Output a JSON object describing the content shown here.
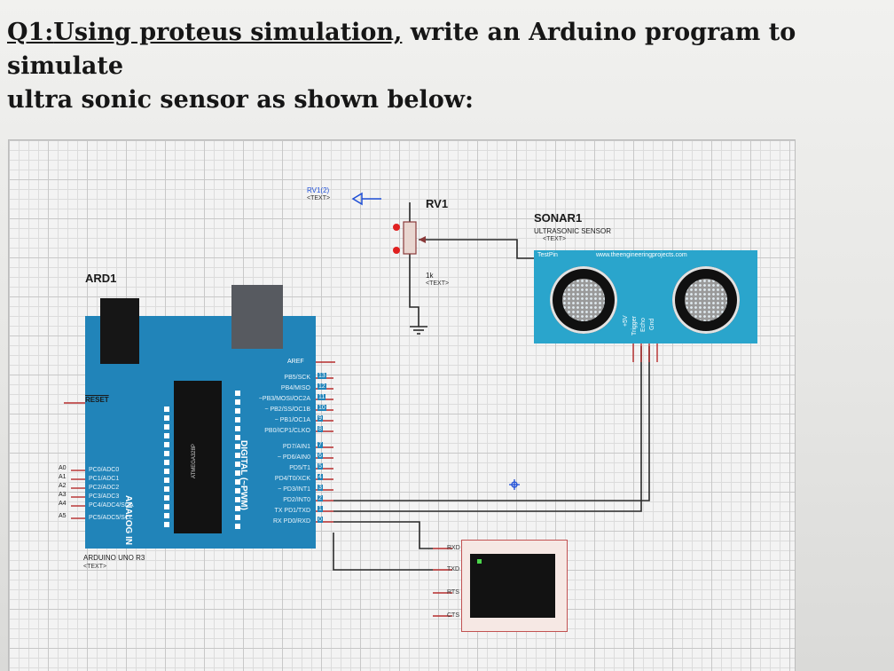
{
  "question": {
    "number": "Q1:",
    "underlined": "Using proteus simulation,",
    "line1_rest": " write an Arduino program to simulate",
    "line2": "ultra sonic sensor as shown below:"
  },
  "schematic": {
    "arduino": {
      "ref": "ARD1",
      "model": "ARDUINO UNO R3",
      "text_placeholder": "<TEXT>",
      "reset_label": "RESET",
      "aref_label": "AREF",
      "analog_header": "ANALOG IN",
      "digital_header": "DIGITAL (~PWM)",
      "chip_label": "ATMEGA328P",
      "digital_pins": [
        {
          "label": "PB5/SCK",
          "num": "13"
        },
        {
          "label": "PB4/MISO",
          "num": "12"
        },
        {
          "label": "~PB3/MOSI/OC2A",
          "num": "11"
        },
        {
          "label": "~ PB2/SS/OC1B",
          "num": "10"
        },
        {
          "label": "~ PB1/OC1A",
          "num": "9"
        },
        {
          "label": "PB0/ICP1/CLKO",
          "num": "8"
        },
        {
          "label": "PD7/AIN1",
          "num": "7"
        },
        {
          "label": "~ PD6/AIN0",
          "num": "6"
        },
        {
          "label": "PD5/T1",
          "num": "5"
        },
        {
          "label": "PD4/T0/XCK",
          "num": "4"
        },
        {
          "label": "~ PD3/INT1",
          "num": "3"
        },
        {
          "label": "PD2/INT0",
          "num": "2"
        },
        {
          "label": "TX PD1/TXD",
          "num": "1"
        },
        {
          "label": "RX PD0/RXD",
          "num": "0"
        }
      ],
      "analog_pins": [
        {
          "name": "A0",
          "label": "PC0/ADC0"
        },
        {
          "name": "A1",
          "label": "PC1/ADC1"
        },
        {
          "name": "A2",
          "label": "PC2/ADC2"
        },
        {
          "name": "A3",
          "label": "PC3/ADC3"
        },
        {
          "name": "A4",
          "label": "PC4/ADC4/SDA"
        },
        {
          "name": "A5",
          "label": "PC5/ADC5/SCL"
        }
      ]
    },
    "potentiometer": {
      "ref": "RV1",
      "value": "1k",
      "probe_label": "RV1(2)",
      "text_placeholder": "<TEXT>"
    },
    "sonar": {
      "ref": "SONAR1",
      "subtitle": "ULTRASONIC SENSOR",
      "text_placeholder": "<TEXT>",
      "website": "www.theengineeringprojects.com",
      "test_pin_label": "TestPin",
      "pins": [
        "+5V",
        "Trigger",
        "Echo",
        "Gnd"
      ]
    },
    "terminal": {
      "pins": [
        "RXD",
        "TXD",
        "RTS",
        "CTS"
      ]
    },
    "colors": {
      "arduino_board": "#2184b9",
      "sonar_board": "#2aa5cc",
      "pin_red": "#b62c2c",
      "probe_blue": "#1f4fd6"
    }
  }
}
